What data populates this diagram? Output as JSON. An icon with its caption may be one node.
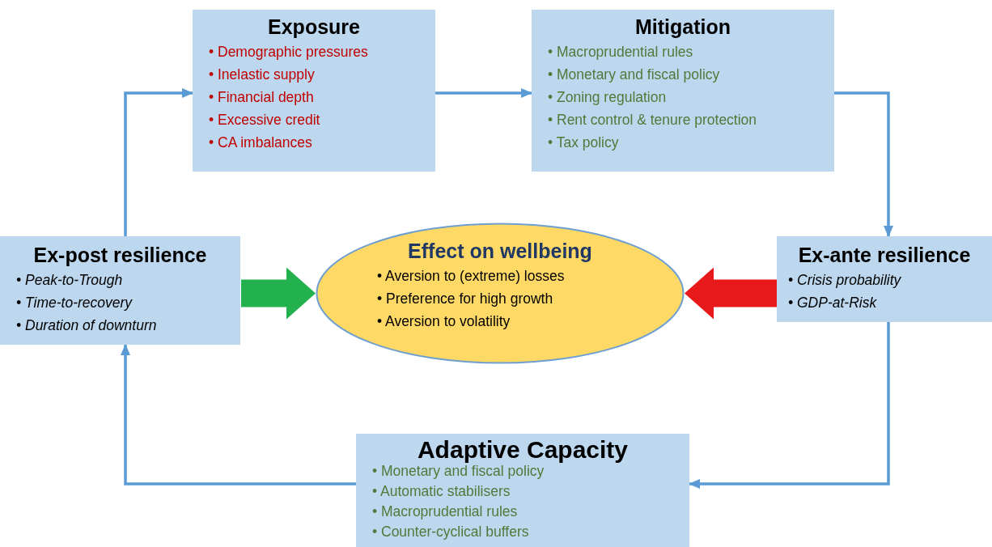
{
  "diagram": {
    "nodes": [
      {
        "text": [
          "Exposure",
          "• Demographic pressures",
          "• Inelastic supply",
          "• Financial depth",
          "• Excessive credit",
          "• CA imbalances"
        ]
      },
      {
        "text": [
          "Mitigation",
          "• Macroprudential rules",
          "• Monetary and fiscal policy",
          "• Zoning regulation",
          "• Rent control & tenure protection",
          "• Tax policy"
        ]
      },
      {
        "text": [
          "Ex-post resilience",
          "• Peak-to-Trough",
          "• Time-to-recovery",
          "• Duration of downturn"
        ]
      },
      {
        "text": [
          "Effect on wellbeing",
          "• Aversion to (extreme) losses",
          "• Preference for high growth",
          "• Aversion to volatility"
        ]
      },
      {
        "text": [
          "Ex-ante resilience",
          "• Crisis probability",
          "• GDP-at-Risk"
        ]
      },
      {
        "text": [
          "Adaptive Capacity",
          "• Monetary and fiscal policy",
          "• Automatic stabilisers",
          "• Macroprudential rules",
          "• Counter-cyclical buffers"
        ]
      }
    ],
    "edges": [
      {
        "from": 2,
        "to": 0,
        "arrow": "to"
      },
      {
        "from": 0,
        "to": 1,
        "arrow": "to"
      },
      {
        "from": 1,
        "to": 4,
        "arrow": "to"
      },
      {
        "from": 4,
        "to": 5,
        "arrow": "to"
      },
      {
        "from": 5,
        "to": 2,
        "arrow": "to"
      },
      {
        "from": 2,
        "to": 3,
        "arrow": "to",
        "style": "thick",
        "color": "#22b14c"
      },
      {
        "from": 4,
        "to": 3,
        "arrow": "to",
        "style": "thick",
        "color": "#e8191b"
      }
    ]
  }
}
